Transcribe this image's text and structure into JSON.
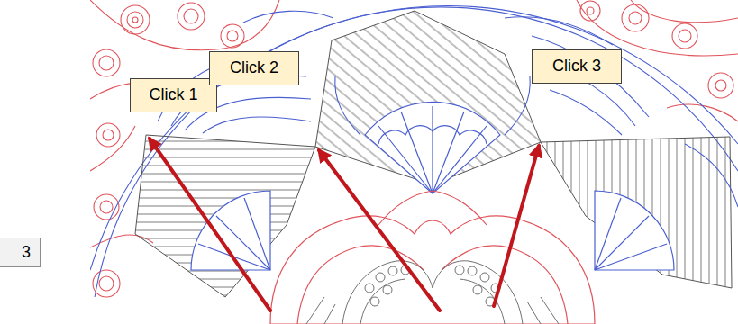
{
  "diagram": {
    "nodes": [
      {
        "text": [
          "Click 1"
        ]
      },
      {
        "text": [
          "Click 2"
        ]
      },
      {
        "text": [
          "Click 3"
        ]
      },
      {
        "text": [
          "3"
        ]
      }
    ]
  }
}
